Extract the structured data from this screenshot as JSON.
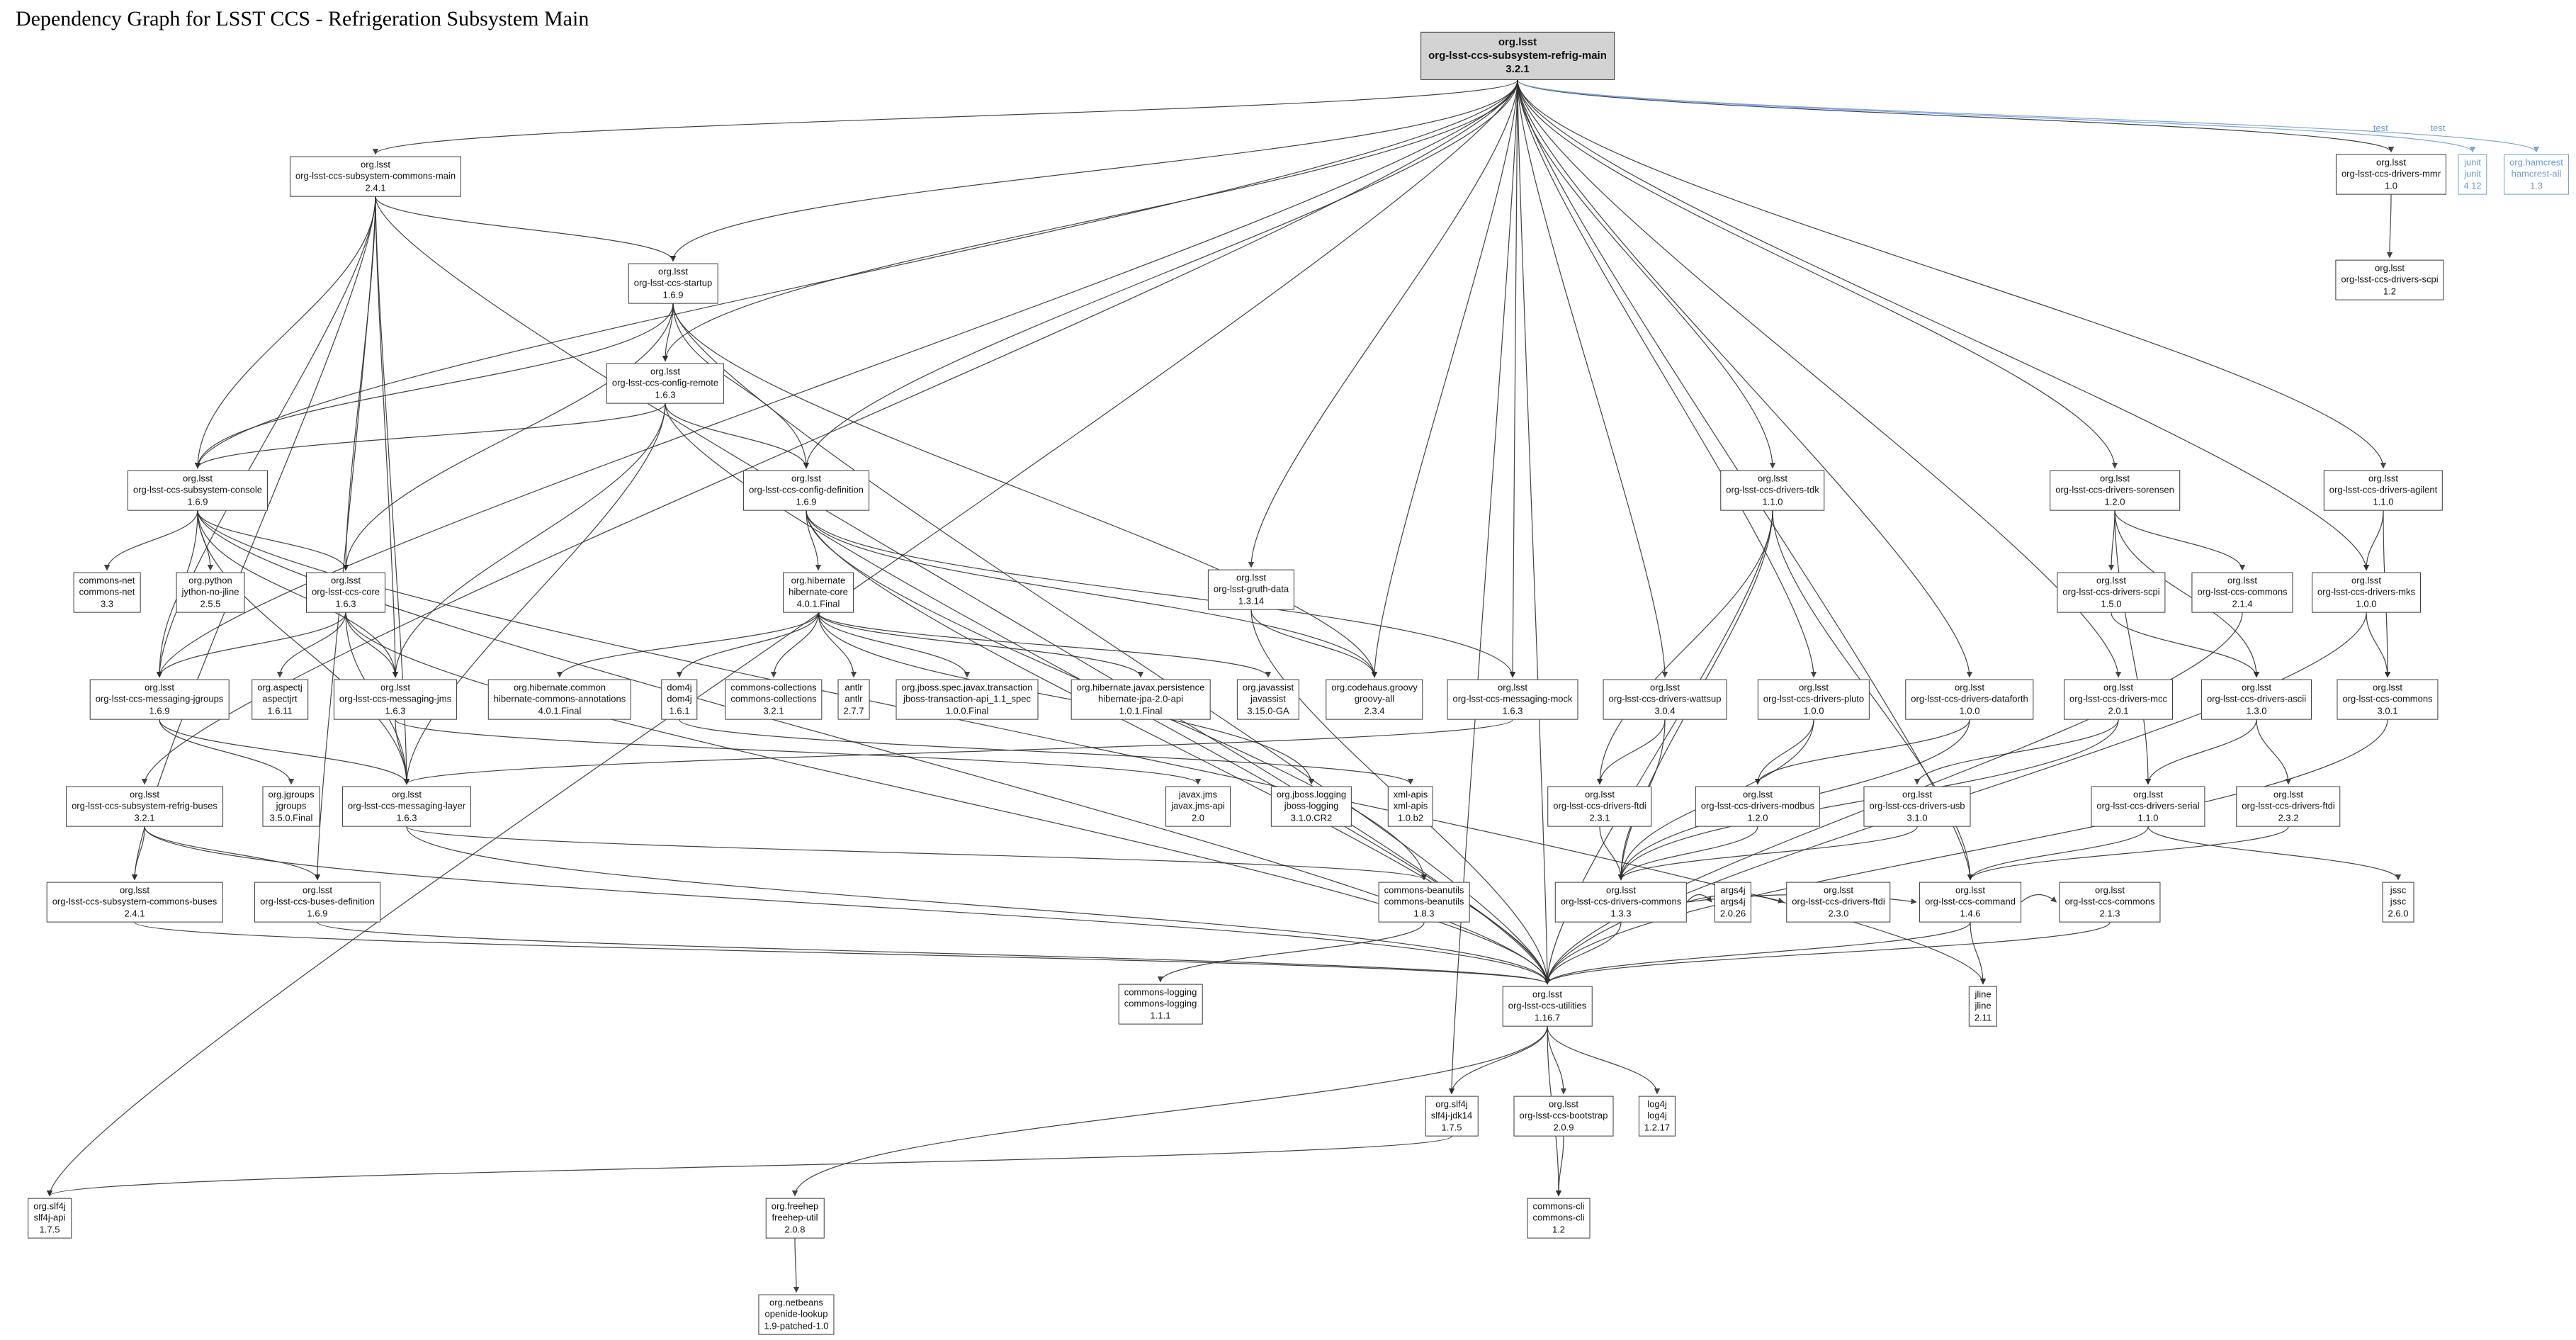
{
  "title": "Dependency Graph for LSST CCS - Refrigeration Subsystem Main",
  "colors": {
    "node_fill": "#ffffff",
    "main_node_fill": "#d3d3d3",
    "edge": "#2f2f2f",
    "test_color": "#6f9ada"
  },
  "nodes": [
    {
      "id": "refrig_main",
      "type": "main",
      "lines": [
        "org.lsst",
        "org-lsst-ccs-subsystem-refrig-main",
        "3.2.1"
      ]
    },
    {
      "id": "commons_main",
      "lines": [
        "org.lsst",
        "org-lsst-ccs-subsystem-commons-main",
        "2.4.1"
      ]
    },
    {
      "id": "drivers_mmr",
      "lines": [
        "org.lsst",
        "org-lsst-ccs-drivers-mmr",
        "1.0"
      ]
    },
    {
      "id": "junit",
      "type": "test",
      "lines": [
        "junit",
        "junit",
        "4.12"
      ]
    },
    {
      "id": "hamcrest",
      "type": "test",
      "lines": [
        "org.hamcrest",
        "hamcrest-all",
        "1.3"
      ]
    },
    {
      "id": "drivers_scpi_12",
      "lines": [
        "org.lsst",
        "org-lsst-ccs-drivers-scpi",
        "1.2"
      ]
    },
    {
      "id": "startup",
      "lines": [
        "org.lsst",
        "org-lsst-ccs-startup",
        "1.6.9"
      ]
    },
    {
      "id": "config_remote",
      "lines": [
        "org.lsst",
        "org-lsst-ccs-config-remote",
        "1.6.3"
      ]
    },
    {
      "id": "console",
      "lines": [
        "org.lsst",
        "org-lsst-ccs-subsystem-console",
        "1.6.9"
      ]
    },
    {
      "id": "config_definition",
      "lines": [
        "org.lsst",
        "org-lsst-ccs-config-definition",
        "1.6.9"
      ]
    },
    {
      "id": "drivers_tdk",
      "lines": [
        "org.lsst",
        "org-lsst-ccs-drivers-tdk",
        "1.1.0"
      ]
    },
    {
      "id": "drivers_sorensen",
      "lines": [
        "org.lsst",
        "org-lsst-ccs-drivers-sorensen",
        "1.2.0"
      ]
    },
    {
      "id": "drivers_agilent",
      "lines": [
        "org.lsst",
        "org-lsst-ccs-drivers-agilent",
        "1.1.0"
      ]
    },
    {
      "id": "commons_net",
      "lines": [
        "commons-net",
        "commons-net",
        "3.3"
      ]
    },
    {
      "id": "jython",
      "lines": [
        "org.python",
        "jython-no-jline",
        "2.5.5"
      ]
    },
    {
      "id": "ccs_core",
      "lines": [
        "org.lsst",
        "org-lsst-ccs-core",
        "1.6.3"
      ]
    },
    {
      "id": "hibernate_core",
      "lines": [
        "org.hibernate",
        "hibernate-core",
        "4.0.1.Final"
      ]
    },
    {
      "id": "gruth_data",
      "lines": [
        "org.lsst",
        "org-lsst-gruth-data",
        "1.3.14"
      ]
    },
    {
      "id": "drivers_scpi_150",
      "lines": [
        "org.lsst",
        "org-lsst-ccs-drivers-scpi",
        "1.5.0"
      ]
    },
    {
      "id": "ccs_commons_214",
      "lines": [
        "org.lsst",
        "org-lsst-ccs-commons",
        "2.1.4"
      ]
    },
    {
      "id": "drivers_mks",
      "lines": [
        "org.lsst",
        "org-lsst-ccs-drivers-mks",
        "1.0.0"
      ]
    },
    {
      "id": "messaging_jgroups",
      "lines": [
        "org.lsst",
        "org-lsst-ccs-messaging-jgroups",
        "1.6.9"
      ]
    },
    {
      "id": "aspectjrt",
      "lines": [
        "org.aspectj",
        "aspectjrt",
        "1.6.11"
      ]
    },
    {
      "id": "messaging_jms",
      "lines": [
        "org.lsst",
        "org-lsst-ccs-messaging-jms",
        "1.6.3"
      ]
    },
    {
      "id": "hibernate_annotations",
      "lines": [
        "org.hibernate.common",
        "hibernate-commons-annotations",
        "4.0.1.Final"
      ]
    },
    {
      "id": "dom4j",
      "lines": [
        "dom4j",
        "dom4j",
        "1.6.1"
      ]
    },
    {
      "id": "commons_collections",
      "lines": [
        "commons-collections",
        "commons-collections",
        "3.2.1"
      ]
    },
    {
      "id": "antlr",
      "lines": [
        "antlr",
        "antlr",
        "2.7.7"
      ]
    },
    {
      "id": "jboss_tx",
      "lines": [
        "org.jboss.spec.javax.transaction",
        "jboss-transaction-api_1.1_spec",
        "1.0.0.Final"
      ]
    },
    {
      "id": "hibernate_jpa",
      "lines": [
        "org.hibernate.javax.persistence",
        "hibernate-jpa-2.0-api",
        "1.0.1.Final"
      ]
    },
    {
      "id": "javassist",
      "lines": [
        "org.javassist",
        "javassist",
        "3.15.0-GA"
      ]
    },
    {
      "id": "groovy_all",
      "lines": [
        "org.codehaus.groovy",
        "groovy-all",
        "2.3.4"
      ]
    },
    {
      "id": "messaging_mock",
      "lines": [
        "org.lsst",
        "org-lsst-ccs-messaging-mock",
        "1.6.3"
      ]
    },
    {
      "id": "drivers_wattsup",
      "lines": [
        "org.lsst",
        "org-lsst-ccs-drivers-wattsup",
        "3.0.4"
      ]
    },
    {
      "id": "drivers_pluto",
      "lines": [
        "org.lsst",
        "org-lsst-ccs-drivers-pluto",
        "1.0.0"
      ]
    },
    {
      "id": "drivers_dataforth",
      "lines": [
        "org.lsst",
        "org-lsst-ccs-drivers-dataforth",
        "1.0.0"
      ]
    },
    {
      "id": "drivers_mcc",
      "lines": [
        "org.lsst",
        "org-lsst-ccs-drivers-mcc",
        "2.0.1"
      ]
    },
    {
      "id": "drivers_ascii",
      "lines": [
        "org.lsst",
        "org-lsst-ccs-drivers-ascii",
        "1.3.0"
      ]
    },
    {
      "id": "ccs_commons_301",
      "lines": [
        "org.lsst",
        "org-lsst-ccs-commons",
        "3.0.1"
      ]
    },
    {
      "id": "refrig_buses",
      "lines": [
        "org.lsst",
        "org-lsst-ccs-subsystem-refrig-buses",
        "3.2.1"
      ]
    },
    {
      "id": "jgroups",
      "lines": [
        "org.jgroups",
        "jgroups",
        "3.5.0.Final"
      ]
    },
    {
      "id": "messaging_layer",
      "lines": [
        "org.lsst",
        "org-lsst-ccs-messaging-layer",
        "1.6.3"
      ]
    },
    {
      "id": "javax_jms",
      "lines": [
        "javax.jms",
        "javax.jms-api",
        "2.0"
      ]
    },
    {
      "id": "jboss_logging",
      "lines": [
        "org.jboss.logging",
        "jboss-logging",
        "3.1.0.CR2"
      ]
    },
    {
      "id": "xml_apis",
      "lines": [
        "xml-apis",
        "xml-apis",
        "1.0.b2"
      ]
    },
    {
      "id": "drivers_ftdi_231",
      "lines": [
        "org.lsst",
        "org-lsst-ccs-drivers-ftdi",
        "2.3.1"
      ]
    },
    {
      "id": "drivers_modbus",
      "lines": [
        "org.lsst",
        "org-lsst-ccs-drivers-modbus",
        "1.2.0"
      ]
    },
    {
      "id": "drivers_usb",
      "lines": [
        "org.lsst",
        "org-lsst-ccs-drivers-usb",
        "3.1.0"
      ]
    },
    {
      "id": "drivers_serial",
      "lines": [
        "org.lsst",
        "org-lsst-ccs-drivers-serial",
        "1.1.0"
      ]
    },
    {
      "id": "drivers_ftdi_232",
      "lines": [
        "org.lsst",
        "org-lsst-ccs-drivers-ftdi",
        "2.3.2"
      ]
    },
    {
      "id": "commons_buses",
      "lines": [
        "org.lsst",
        "org-lsst-ccs-subsystem-commons-buses",
        "2.4.1"
      ]
    },
    {
      "id": "buses_definition",
      "lines": [
        "org.lsst",
        "org-lsst-ccs-buses-definition",
        "1.6.9"
      ]
    },
    {
      "id": "commons_beanutils",
      "lines": [
        "commons-beanutils",
        "commons-beanutils",
        "1.8.3"
      ]
    },
    {
      "id": "drivers_commons",
      "lines": [
        "org.lsst",
        "org-lsst-ccs-drivers-commons",
        "1.3.3"
      ]
    },
    {
      "id": "args4j",
      "lines": [
        "args4j",
        "args4j",
        "2.0.26"
      ]
    },
    {
      "id": "drivers_ftdi_230",
      "lines": [
        "org.lsst",
        "org-lsst-ccs-drivers-ftdi",
        "2.3.0"
      ]
    },
    {
      "id": "command",
      "lines": [
        "org.lsst",
        "org-lsst-ccs-command",
        "1.4.6"
      ]
    },
    {
      "id": "ccs_commons_213",
      "lines": [
        "org.lsst",
        "org-lsst-ccs-commons",
        "2.1.3"
      ]
    },
    {
      "id": "jssc",
      "lines": [
        "jssc",
        "jssc",
        "2.6.0"
      ]
    },
    {
      "id": "commons_logging",
      "lines": [
        "commons-logging",
        "commons-logging",
        "1.1.1"
      ]
    },
    {
      "id": "utilities",
      "lines": [
        "org.lsst",
        "org-lsst-ccs-utilities",
        "1.16.7"
      ]
    },
    {
      "id": "jline",
      "lines": [
        "jline",
        "jline",
        "2.11"
      ]
    },
    {
      "id": "slf4j_jdk14",
      "lines": [
        "org.slf4j",
        "slf4j-jdk14",
        "1.7.5"
      ]
    },
    {
      "id": "bootstrap",
      "lines": [
        "org.lsst",
        "org-lsst-ccs-bootstrap",
        "2.0.9"
      ]
    },
    {
      "id": "log4j",
      "lines": [
        "log4j",
        "log4j",
        "1.2.17"
      ]
    },
    {
      "id": "slf4j_api",
      "lines": [
        "org.slf4j",
        "slf4j-api",
        "1.7.5"
      ]
    },
    {
      "id": "freehep_util",
      "lines": [
        "org.freehep",
        "freehep-util",
        "2.0.8"
      ]
    },
    {
      "id": "commons_cli",
      "lines": [
        "commons-cli",
        "commons-cli",
        "1.2"
      ]
    },
    {
      "id": "openide_lookup",
      "lines": [
        "org.netbeans",
        "openide-lookup",
        "1.9-patched-1.0"
      ]
    }
  ],
  "edges": [
    [
      "refrig_main",
      "commons_main"
    ],
    [
      "refrig_main",
      "startup"
    ],
    [
      "refrig_main",
      "config_remote"
    ],
    [
      "refrig_main",
      "console"
    ],
    [
      "refrig_main",
      "config_definition"
    ],
    [
      "refrig_main",
      "drivers_tdk"
    ],
    [
      "refrig_main",
      "drivers_sorensen"
    ],
    [
      "refrig_main",
      "drivers_agilent"
    ],
    [
      "refrig_main",
      "drivers_mmr"
    ],
    [
      "refrig_main",
      "junit",
      "test"
    ],
    [
      "refrig_main",
      "hamcrest",
      "test"
    ],
    [
      "refrig_main",
      "gruth_data"
    ],
    [
      "refrig_main",
      "messaging_mock"
    ],
    [
      "refrig_main",
      "groovy_all"
    ],
    [
      "refrig_main",
      "refrig_buses"
    ],
    [
      "refrig_main",
      "messaging_jgroups"
    ],
    [
      "refrig_main",
      "utilities"
    ],
    [
      "refrig_main",
      "command"
    ],
    [
      "refrig_main",
      "slf4j_api"
    ],
    [
      "refrig_main",
      "slf4j_jdk14"
    ],
    [
      "refrig_main",
      "drivers_wattsup"
    ],
    [
      "refrig_main",
      "drivers_pluto"
    ],
    [
      "refrig_main",
      "drivers_dataforth"
    ],
    [
      "refrig_main",
      "drivers_mcc"
    ],
    [
      "refrig_main",
      "drivers_mks"
    ],
    [
      "commons_main",
      "startup"
    ],
    [
      "commons_main",
      "console"
    ],
    [
      "commons_main",
      "ccs_core"
    ],
    [
      "commons_main",
      "messaging_jgroups"
    ],
    [
      "commons_main",
      "messaging_jms"
    ],
    [
      "commons_main",
      "messaging_layer"
    ],
    [
      "commons_main",
      "commons_buses"
    ],
    [
      "commons_main",
      "buses_definition"
    ],
    [
      "commons_main",
      "utilities"
    ],
    [
      "startup",
      "config_remote"
    ],
    [
      "startup",
      "ccs_core"
    ],
    [
      "startup",
      "console"
    ],
    [
      "startup",
      "config_definition"
    ],
    [
      "startup",
      "utilities"
    ],
    [
      "startup",
      "groovy_all"
    ],
    [
      "config_remote",
      "config_definition"
    ],
    [
      "config_remote",
      "console"
    ],
    [
      "config_remote",
      "messaging_jms"
    ],
    [
      "config_remote",
      "messaging_layer"
    ],
    [
      "config_remote",
      "utilities"
    ],
    [
      "console",
      "commons_net"
    ],
    [
      "console",
      "jython"
    ],
    [
      "console",
      "ccs_core"
    ],
    [
      "console",
      "messaging_jgroups"
    ],
    [
      "console",
      "messaging_jms"
    ],
    [
      "console",
      "messaging_layer"
    ],
    [
      "console",
      "utilities"
    ],
    [
      "console",
      "jline"
    ],
    [
      "ccs_core",
      "messaging_jgroups"
    ],
    [
      "ccs_core",
      "aspectjrt"
    ],
    [
      "ccs_core",
      "messaging_jms"
    ],
    [
      "ccs_core",
      "messaging_layer"
    ],
    [
      "ccs_core",
      "utilities"
    ],
    [
      "config_definition",
      "hibernate_core"
    ],
    [
      "config_definition",
      "groovy_all"
    ],
    [
      "config_definition",
      "messaging_mock"
    ],
    [
      "config_definition",
      "utilities"
    ],
    [
      "config_definition",
      "commons_beanutils"
    ],
    [
      "hibernate_core",
      "hibernate_annotations"
    ],
    [
      "hibernate_core",
      "dom4j"
    ],
    [
      "hibernate_core",
      "commons_collections"
    ],
    [
      "hibernate_core",
      "antlr"
    ],
    [
      "hibernate_core",
      "jboss_tx"
    ],
    [
      "hibernate_core",
      "hibernate_jpa"
    ],
    [
      "hibernate_core",
      "javassist"
    ],
    [
      "hibernate_core",
      "jboss_logging"
    ],
    [
      "dom4j",
      "xml_apis"
    ],
    [
      "messaging_jgroups",
      "jgroups"
    ],
    [
      "messaging_jgroups",
      "messaging_layer"
    ],
    [
      "messaging_jms",
      "javax_jms"
    ],
    [
      "messaging_jms",
      "messaging_layer"
    ],
    [
      "messaging_mock",
      "messaging_layer"
    ],
    [
      "messaging_layer",
      "utilities"
    ],
    [
      "messaging_layer",
      "commons_beanutils"
    ],
    [
      "gruth_data",
      "groovy_all"
    ],
    [
      "gruth_data",
      "utilities"
    ],
    [
      "refrig_buses",
      "commons_buses"
    ],
    [
      "refrig_buses",
      "buses_definition"
    ],
    [
      "refrig_buses",
      "utilities"
    ],
    [
      "buses_definition",
      "utilities"
    ],
    [
      "commons_buses",
      "utilities"
    ],
    [
      "drivers_tdk",
      "drivers_commons"
    ],
    [
      "drivers_tdk",
      "command"
    ],
    [
      "drivers_tdk",
      "utilities"
    ],
    [
      "drivers_tdk",
      "drivers_ftdi_231"
    ],
    [
      "drivers_wattsup",
      "drivers_ftdi_231"
    ],
    [
      "drivers_wattsup",
      "drivers_commons"
    ],
    [
      "drivers_pluto",
      "drivers_modbus"
    ],
    [
      "drivers_pluto",
      "drivers_commons"
    ],
    [
      "drivers_dataforth",
      "drivers_modbus"
    ],
    [
      "drivers_dataforth",
      "drivers_commons"
    ],
    [
      "drivers_mcc",
      "drivers_usb"
    ],
    [
      "drivers_mcc",
      "drivers_commons"
    ],
    [
      "drivers_usb",
      "drivers_commons"
    ],
    [
      "drivers_modbus",
      "drivers_commons"
    ],
    [
      "drivers_ftdi_231",
      "drivers_commons"
    ],
    [
      "drivers_commons",
      "command"
    ],
    [
      "drivers_commons",
      "utilities"
    ],
    [
      "drivers_commons",
      "args4j"
    ],
    [
      "drivers_commons",
      "drivers_ftdi_230"
    ],
    [
      "drivers_sorensen",
      "drivers_scpi_150"
    ],
    [
      "drivers_sorensen",
      "drivers_ascii"
    ],
    [
      "drivers_sorensen",
      "drivers_serial"
    ],
    [
      "drivers_sorensen",
      "ccs_commons_214"
    ],
    [
      "drivers_scpi_150",
      "drivers_ascii"
    ],
    [
      "drivers_ascii",
      "drivers_serial"
    ],
    [
      "drivers_ascii",
      "drivers_ftdi_232"
    ],
    [
      "drivers_serial",
      "jssc"
    ],
    [
      "drivers_serial",
      "command"
    ],
    [
      "drivers_ftdi_232",
      "command"
    ],
    [
      "drivers_agilent",
      "drivers_mks"
    ],
    [
      "drivers_agilent",
      "ccs_commons_301"
    ],
    [
      "drivers_mks",
      "ccs_commons_301"
    ],
    [
      "drivers_mks",
      "utilities"
    ],
    [
      "ccs_commons_301",
      "utilities"
    ],
    [
      "ccs_commons_214",
      "utilities"
    ],
    [
      "ccs_commons_213",
      "utilities"
    ],
    [
      "command",
      "ccs_commons_213"
    ],
    [
      "command",
      "utilities"
    ],
    [
      "command",
      "jline"
    ],
    [
      "drivers_mmr",
      "drivers_scpi_12"
    ],
    [
      "commons_beanutils",
      "commons_logging"
    ],
    [
      "utilities",
      "slf4j_jdk14"
    ],
    [
      "utilities",
      "bootstrap"
    ],
    [
      "utilities",
      "log4j"
    ],
    [
      "utilities",
      "freehep_util"
    ],
    [
      "utilities",
      "commons_cli"
    ],
    [
      "slf4j_jdk14",
      "slf4j_api"
    ],
    [
      "bootstrap",
      "commons_cli"
    ],
    [
      "freehep_util",
      "openide_lookup"
    ]
  ]
}
